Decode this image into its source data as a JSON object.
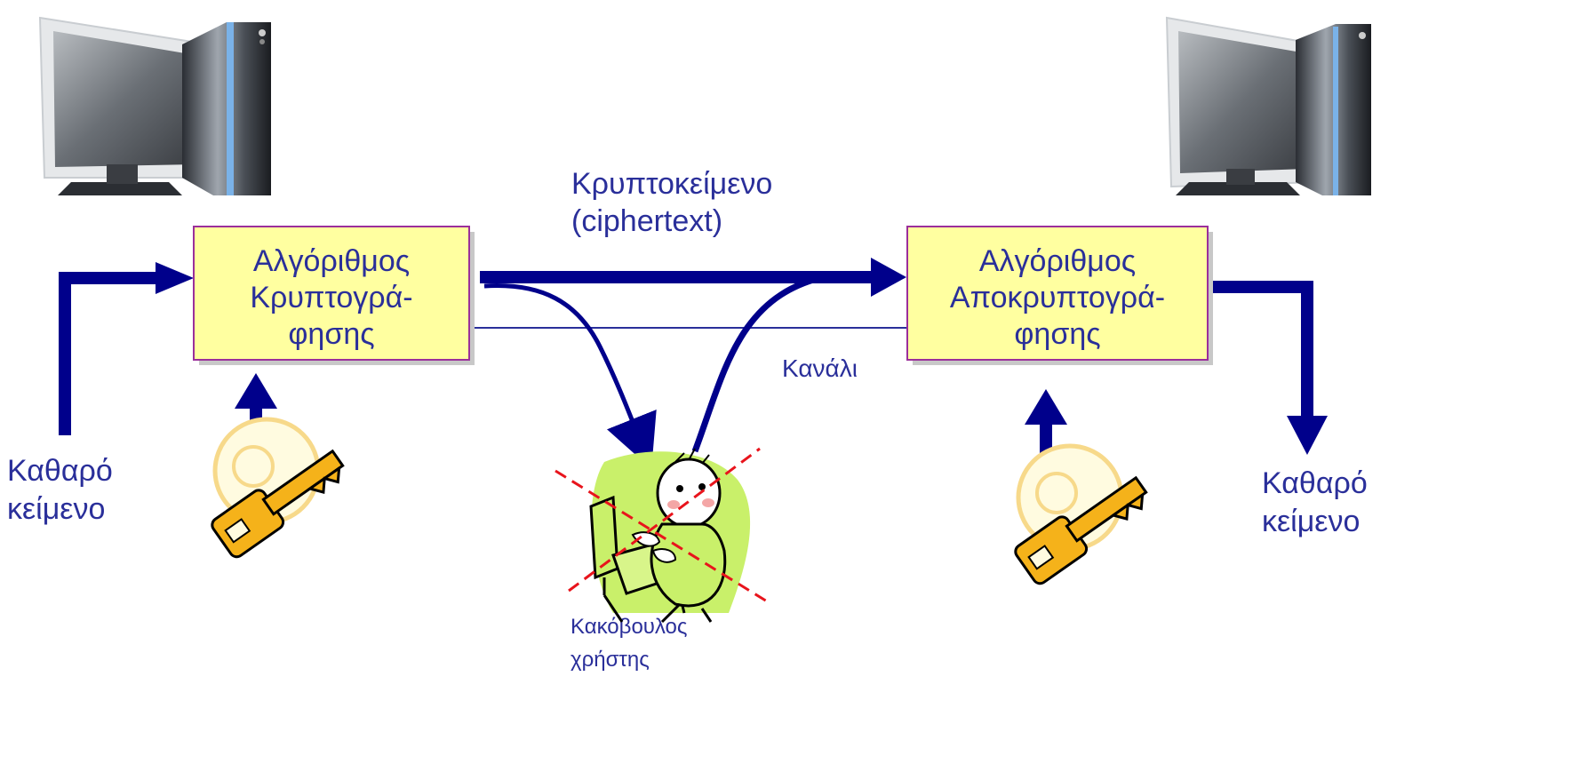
{
  "colors": {
    "arrow": "#00008b",
    "box_fill": "#ffffa0",
    "box_border": "#9b2f9b",
    "text": "#2a2f9a",
    "key": "#f5b21a",
    "cross": "#e8141c",
    "hacker_bg": "#c9f06a"
  },
  "encrypt_box": {
    "lines": [
      "Αλγόριθμος",
      "Κρυπτογρά-",
      "φησης"
    ]
  },
  "decrypt_box": {
    "lines": [
      "Αλγόριθμος",
      "Αποκρυπτογρά-",
      "φησης"
    ]
  },
  "ciphertext_label": {
    "line1": "Κρυπτοκείμενο",
    "line2": "(ciphertext)"
  },
  "channel_label": "Κανάλι",
  "plaintext_left": {
    "line1": "Καθαρό",
    "line2": "κείμενο"
  },
  "plaintext_right": {
    "line1": "Καθαρό",
    "line2": "κείμενο"
  },
  "attacker_label": {
    "line1": "Κακόβουλος",
    "line2": "χρήστης"
  },
  "icons": [
    "computer-icon",
    "computer-icon",
    "key-icon",
    "key-icon",
    "hacker-icon"
  ]
}
